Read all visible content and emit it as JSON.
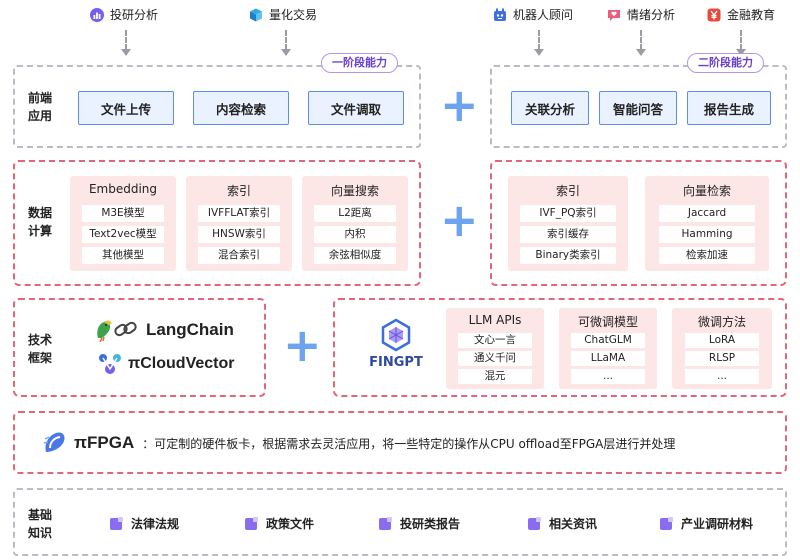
{
  "top_users": {
    "left": [
      {
        "icon": "chart-bar-icon",
        "label": "投研分析"
      },
      {
        "icon": "cube-icon",
        "label": "量化交易"
      }
    ],
    "right": [
      {
        "icon": "robot-icon",
        "label": "机器人顾问"
      },
      {
        "icon": "chat-heart-icon",
        "label": "情绪分析"
      },
      {
        "icon": "yen-icon",
        "label": "金融教育"
      }
    ]
  },
  "frontend": {
    "label": "前端\n应用",
    "stage1_badge": "一阶段能力",
    "stage2_badge": "二阶段能力",
    "stage1_buttons": [
      "文件上传",
      "内容检索",
      "文件调取"
    ],
    "stage2_buttons": [
      "关联分析",
      "智能问答",
      "报告生成"
    ]
  },
  "data_compute": {
    "label": "数据\n计算",
    "left_cards": [
      {
        "title": "Embedding",
        "items": [
          "M3E模型",
          "Text2vec模型",
          "其他模型"
        ]
      },
      {
        "title": "索引",
        "items": [
          "IVFFLAT索引",
          "HNSW索引",
          "混合索引"
        ]
      },
      {
        "title": "向量搜索",
        "items": [
          "L2距离",
          "内积",
          "余弦相似度"
        ]
      }
    ],
    "right_cards": [
      {
        "title": "索引",
        "items": [
          "IVF_PQ索引",
          "索引缓存",
          "Binary类索引"
        ]
      },
      {
        "title": "向量检索",
        "items": [
          "Jaccard",
          "Hamming",
          "检索加速"
        ]
      }
    ]
  },
  "tech_framework": {
    "label": "技术\n框架",
    "langchain": "LangChain",
    "cloudvector": "πCloudVector",
    "fingpt": "FINGPT",
    "cards": [
      {
        "title": "LLM APIs",
        "items": [
          "文心一言",
          "通义千问",
          "混元"
        ]
      },
      {
        "title": "可微调模型",
        "items": [
          "ChatGLM",
          "LLaMA",
          "..."
        ]
      },
      {
        "title": "微调方法",
        "items": [
          "LoRA",
          "RLSP",
          "..."
        ]
      }
    ]
  },
  "fpga": {
    "name": "πFPGA",
    "description": "：可定制的硬件板卡，根据需求去灵活应用，将一些特定的操作从CPU offload至FPGA层进行并处理"
  },
  "knowledge": {
    "label": "基础\n知识",
    "items": [
      "法律法规",
      "政策文件",
      "投研类报告",
      "相关资讯",
      "产业调研材料"
    ]
  },
  "colors": {
    "accent_blue": "#5b8fe6",
    "card_pink": "#fce6e6",
    "dash_red": "#e0677b",
    "badge_purple": "#6a3fd0"
  }
}
